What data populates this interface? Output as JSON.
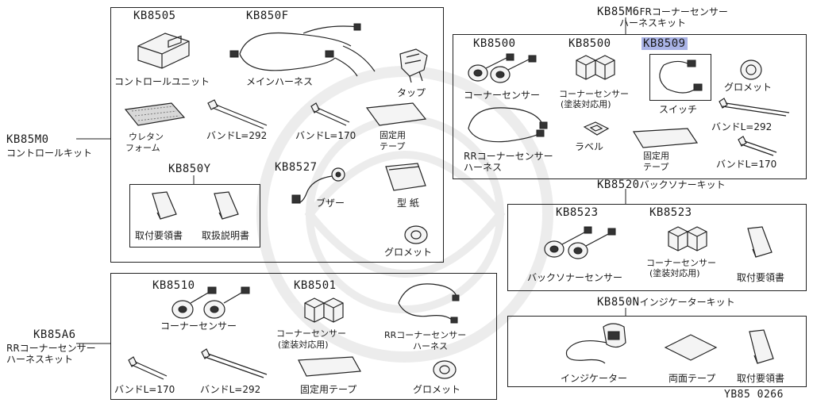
{
  "diagram_id": "YB85 0266",
  "kits": {
    "control": {
      "code": "KB85M0",
      "name": "コントロールキット",
      "items": {
        "control_unit": {
          "code": "KB8505",
          "label": "コントロールユニット"
        },
        "main_harness": {
          "code": "KB850F",
          "label": "メインハーネス"
        },
        "tap": {
          "label": "タップ"
        },
        "urethane": {
          "label1": "ウレタン",
          "label2": "フォーム"
        },
        "band292": {
          "label": "バンドL=292"
        },
        "band170": {
          "label": "バンドL=170"
        },
        "fixing_tape": {
          "label1": "固定用",
          "label2": "テープ"
        },
        "docs": {
          "code": "KB850Y",
          "manual1": "取付要領書",
          "manual2": "取扱説明書"
        },
        "buzzer": {
          "code": "KB8527",
          "label": "ブザー"
        },
        "template": {
          "label": "型 紙"
        },
        "grommet": {
          "label": "グロメット"
        }
      }
    },
    "rr_corner": {
      "code": "KB85A6",
      "name1": "RRコーナーセンサー",
      "name2": "ハーネスキット",
      "items": {
        "corner_sensor": {
          "code": "KB8510",
          "label": "コーナーセンサー"
        },
        "corner_sensor_paint": {
          "code": "KB8501",
          "label1": "コーナーセンサー",
          "label2": "(塗装対応用)"
        },
        "rr_harness": {
          "label1": "RRコーナーセンサー",
          "label2": "ハーネス"
        },
        "band170": {
          "label": "バンドL=170"
        },
        "band292": {
          "label": "バンドL=292"
        },
        "fixing_tape": {
          "label": "固定用テープ"
        },
        "grommet": {
          "label": "グロメット"
        }
      }
    },
    "fr_corner": {
      "code": "KB85M6",
      "name1": "FRコーナーセンサー",
      "name2": "ハーネスキット",
      "items": {
        "corner_sensor": {
          "code": "KB8500",
          "label": "コーナーセンサー"
        },
        "corner_sensor_paint": {
          "code": "KB8500",
          "label1": "コーナーセンサー",
          "label2": "(塗装対応用)"
        },
        "switch": {
          "code": "KB8509",
          "label": "スイッチ"
        },
        "grommet": {
          "label": "グロメット"
        },
        "band292": {
          "label": "バンドL=292"
        },
        "rr_harness": {
          "label1": "RRコーナーセンサー",
          "label2": "ハーネス"
        },
        "label_item": {
          "label": "ラベル"
        },
        "fixing_tape": {
          "label1": "固定用",
          "label2": "テープ"
        },
        "band170": {
          "label": "バンドL=170"
        }
      }
    },
    "back_sonar": {
      "code": "KB8520",
      "name": "バックソナーキット",
      "items": {
        "sonar_sensor": {
          "code": "KB8523",
          "label": "バックソナーセンサー"
        },
        "sonar_sensor_paint": {
          "code": "KB8523",
          "label1": "コーナーセンサー",
          "label2": "(塗装対応用)"
        },
        "manual": {
          "label": "取付要領書"
        }
      }
    },
    "indicator": {
      "code": "KB850N",
      "name": "インジケーターキット",
      "items": {
        "indicator": {
          "label": "インジケーター"
        },
        "double_tape": {
          "label": "両面テープ"
        },
        "manual": {
          "label": "取付要領書"
        }
      }
    }
  }
}
